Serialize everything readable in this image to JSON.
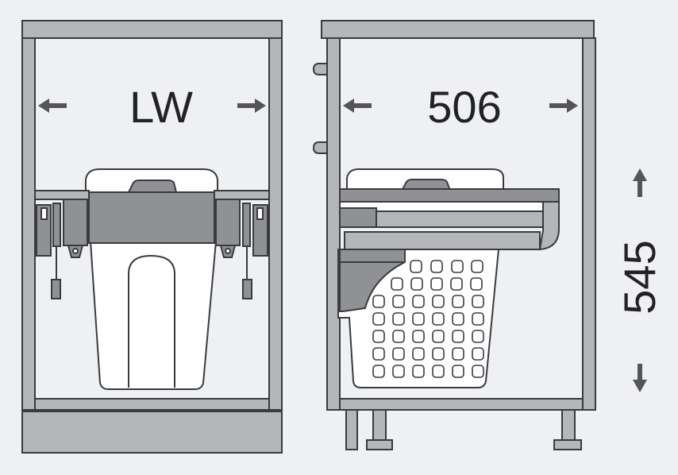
{
  "dimensions": {
    "width_label": "LW",
    "side_width": "506",
    "height": "545"
  },
  "colors": {
    "background": "#eef0f3",
    "frame_fill": "#b4b6ba",
    "frame_stroke": "#3a3b3d",
    "panel_fill": "#ffffff",
    "component_fill": "#8f9194",
    "dark_component": "#7b7d80",
    "arrow": "#555555",
    "text": "#222222"
  }
}
